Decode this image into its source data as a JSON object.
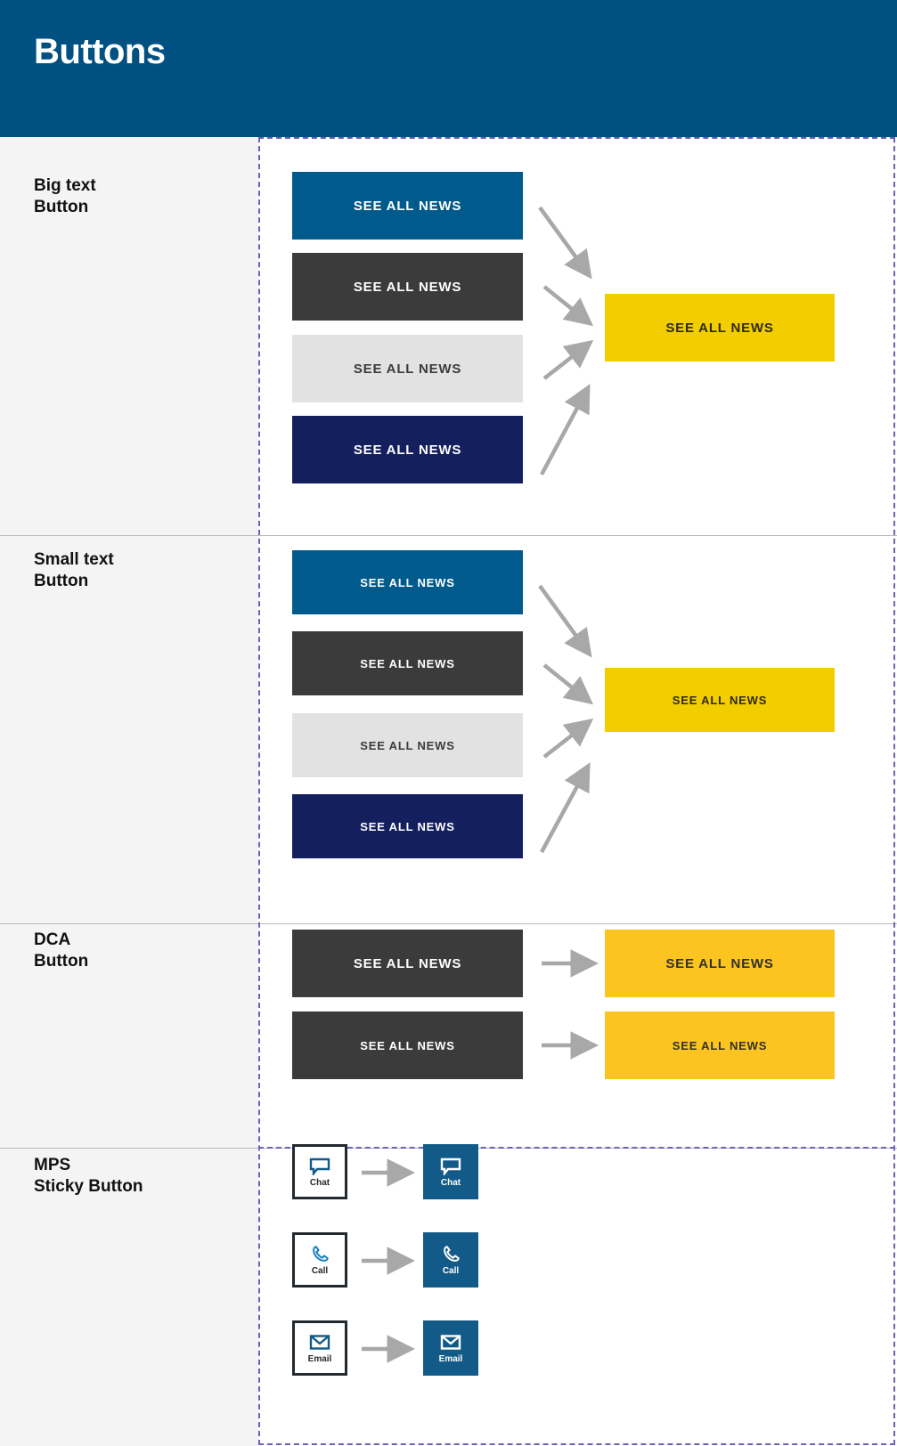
{
  "header": {
    "title": "Buttons",
    "bg_color": "#005181",
    "text_color": "#ffffff"
  },
  "colors": {
    "blue": "#005b8c",
    "dark_gray": "#3b3b3b",
    "light_gray": "#e2e2e2",
    "navy": "#141f5e",
    "yellow": "#f2cd00",
    "amber": "#fbc421",
    "arrow_gray": "#a8a8a8",
    "dashed_guide": "#6b63b5",
    "label_bg": "#f4f4f4",
    "tile_blue": "#125a88",
    "tile_outline": "#24292e"
  },
  "sections": [
    {
      "label": "Big text\nButton",
      "name": "big-text-button",
      "source_buttons": [
        {
          "label": "SEE ALL NEWS",
          "variant": "blue"
        },
        {
          "label": "SEE ALL NEWS",
          "variant": "dark"
        },
        {
          "label": "SEE ALL NEWS",
          "variant": "light"
        },
        {
          "label": "SEE ALL NEWS",
          "variant": "navy"
        }
      ],
      "target_buttons": [
        {
          "label": "SEE ALL NEWS",
          "variant": "yellow"
        }
      ]
    },
    {
      "label": "Small text\nButton",
      "name": "small-text-button",
      "source_buttons": [
        {
          "label": "SEE ALL NEWS",
          "variant": "blue"
        },
        {
          "label": "SEE ALL NEWS",
          "variant": "dark"
        },
        {
          "label": "SEE ALL NEWS",
          "variant": "light"
        },
        {
          "label": "SEE ALL NEWS",
          "variant": "navy"
        }
      ],
      "target_buttons": [
        {
          "label": "SEE ALL NEWS",
          "variant": "yellow"
        }
      ]
    },
    {
      "label": "DCA\nButton",
      "name": "dca-button",
      "source_buttons": [
        {
          "label": "SEE ALL NEWS",
          "variant": "dark"
        },
        {
          "label": "SEE ALL NEWS",
          "variant": "dark"
        }
      ],
      "target_buttons": [
        {
          "label": "SEE ALL NEWS",
          "variant": "amber"
        },
        {
          "label": "SEE ALL NEWS",
          "variant": "amber"
        }
      ]
    },
    {
      "label": "MPS\nSticky Button",
      "name": "mps-sticky-button",
      "tiles": [
        {
          "label": "Chat",
          "icon": "chat-bubble-icon"
        },
        {
          "label": "Call",
          "icon": "phone-handset-icon"
        },
        {
          "label": "Email",
          "icon": "envelope-icon"
        }
      ]
    }
  ]
}
